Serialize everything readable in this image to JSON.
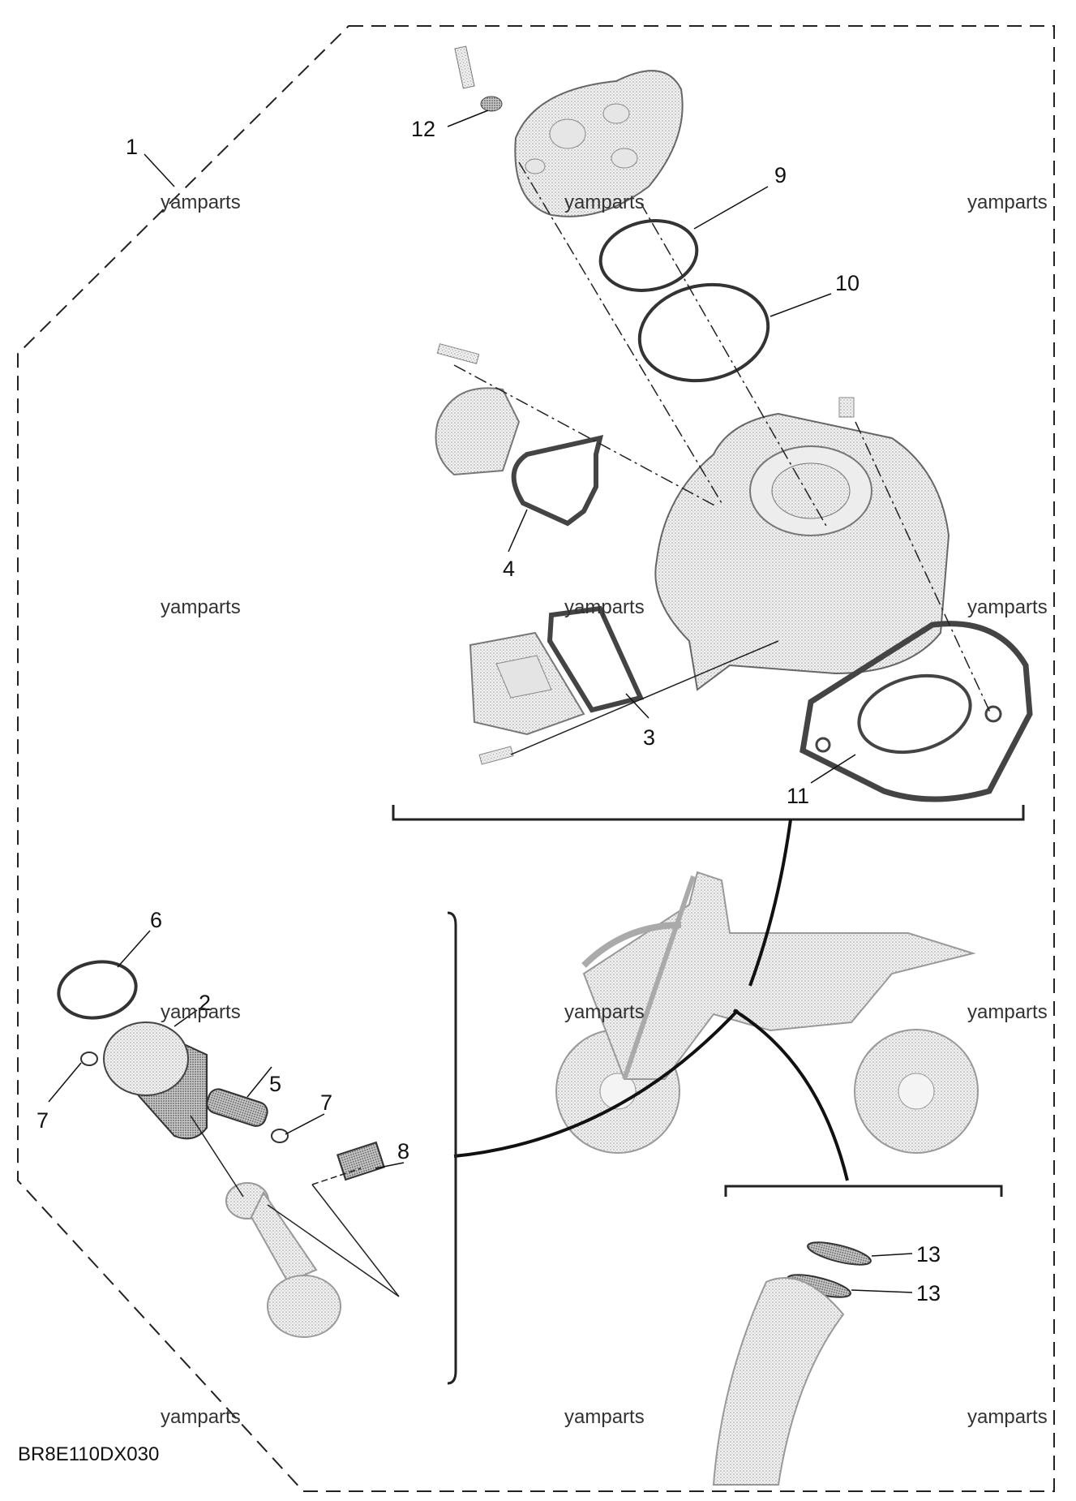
{
  "diagram_code": "BR8E110DX030",
  "watermark": "yamparts",
  "callouts": {
    "c1": "1",
    "c2": "2",
    "c3": "3",
    "c4": "4",
    "c5": "5",
    "c6": "6",
    "c7a": "7",
    "c7b": "7",
    "c8": "8",
    "c9": "9",
    "c10": "10",
    "c11": "11",
    "c12": "12",
    "c13a": "13",
    "c13b": "13"
  }
}
